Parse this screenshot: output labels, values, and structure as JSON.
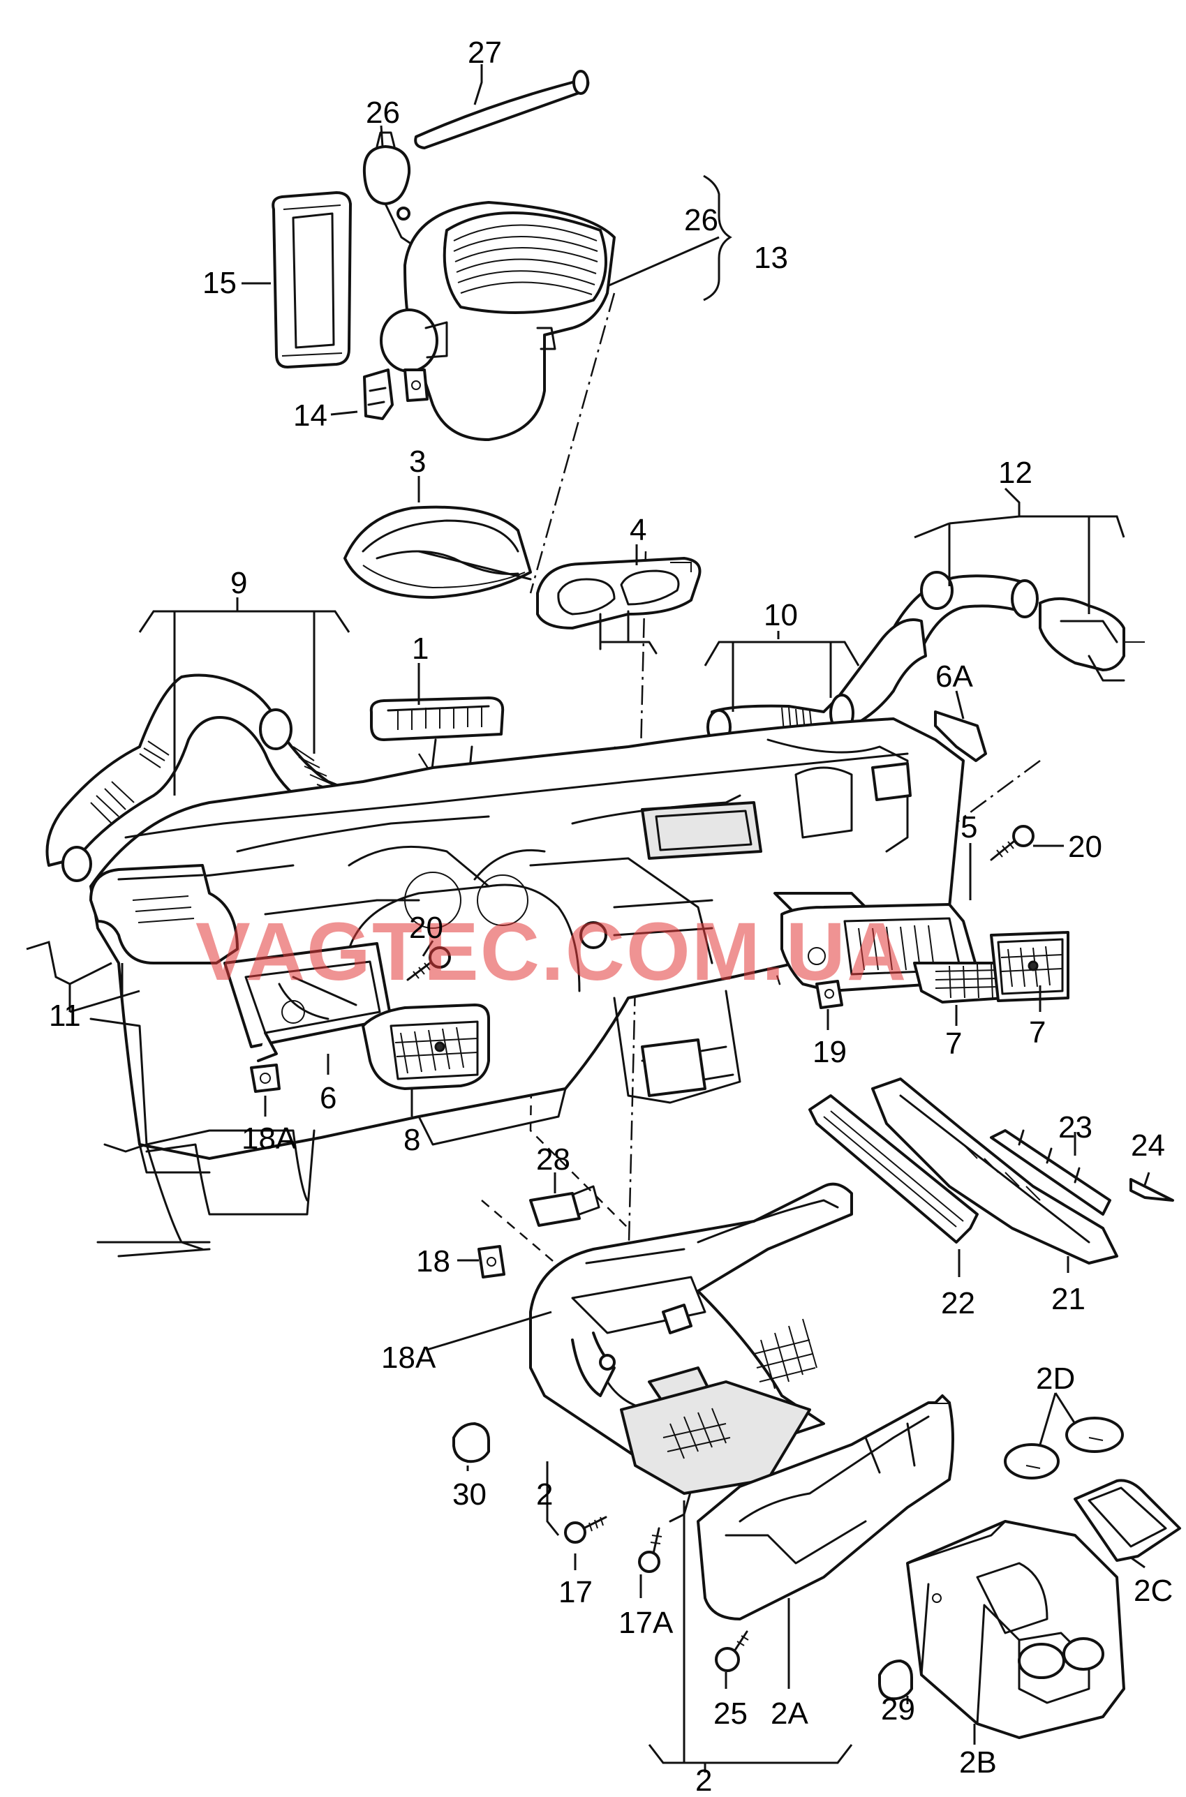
{
  "watermark": "VAGTEC.COM.UA",
  "colors": {
    "line": "#111111",
    "watermark": "#e23a3a",
    "background": "#ffffff"
  },
  "labels": {
    "l27": "27",
    "l26a": "26",
    "l26b": "26",
    "l13": "13",
    "l15": "15",
    "l14": "14",
    "l3": "3",
    "l4": "4",
    "l12": "12",
    "l9": "9",
    "l10": "10",
    "l1": "1",
    "l6A": "6A",
    "l5": "5",
    "l20a": "20",
    "l20b": "20",
    "l11": "11",
    "l7a": "7",
    "l7b": "7",
    "l19": "19",
    "l18A": "18A",
    "l6": "6",
    "l8": "8",
    "l23": "23",
    "l24": "24",
    "l28": "28",
    "l18": "18",
    "l22": "22",
    "l21": "21",
    "l18Ab": "18A",
    "l2D": "2D",
    "l30": "30",
    "l2": "2",
    "l2C": "2C",
    "l17": "17",
    "l17A": "17A",
    "l25": "25",
    "l2A": "2A",
    "l29": "29",
    "l2bottom": "2",
    "l2B": "2B"
  }
}
